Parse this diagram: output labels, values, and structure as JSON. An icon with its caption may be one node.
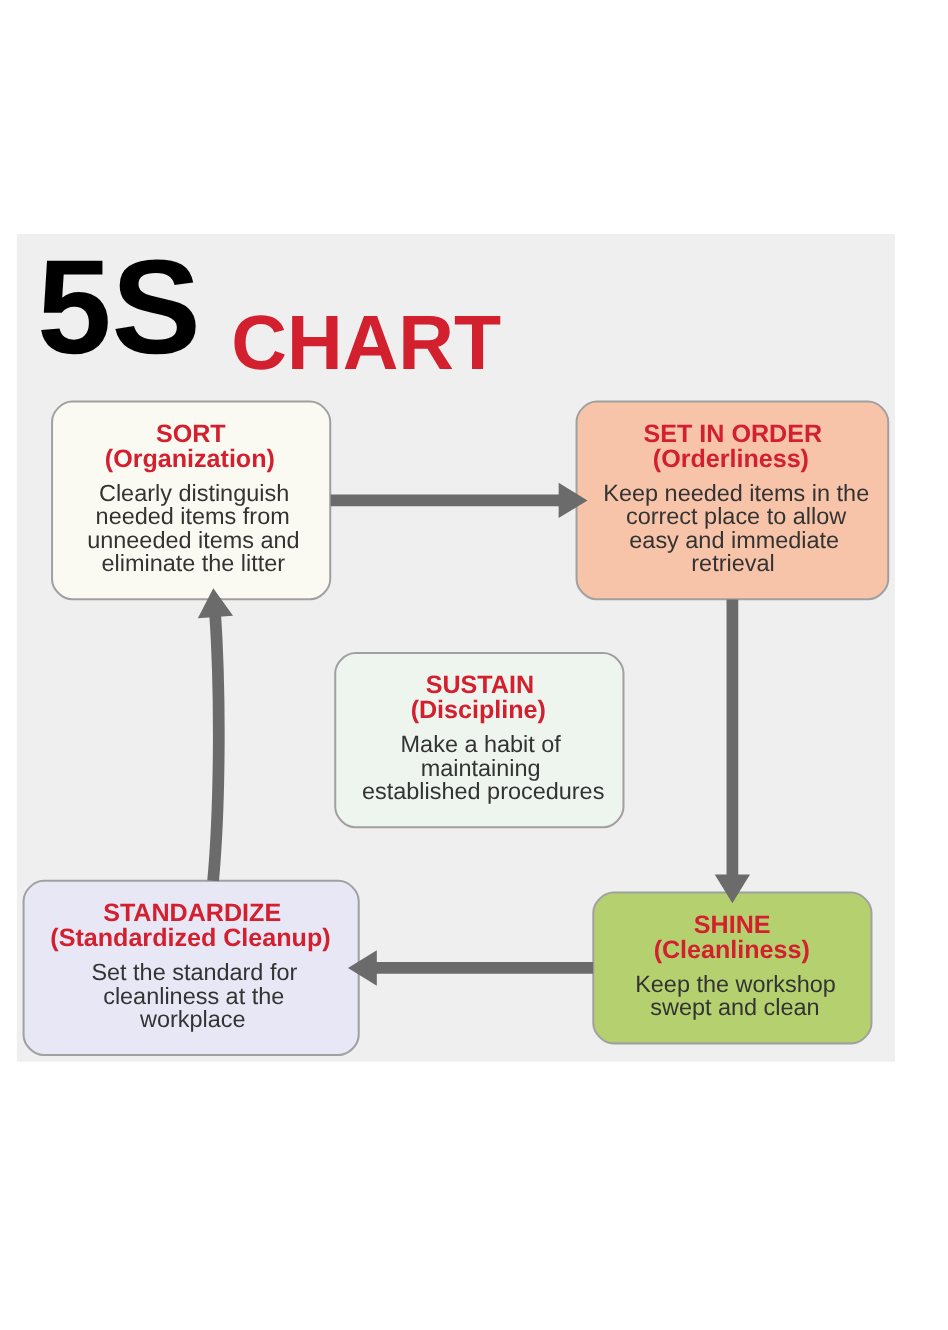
{
  "diagram": {
    "title": "5S CHART",
    "nodes": [
      {
        "text": [
          "SORT",
          "(Organization)",
          "Clearly distinguish needed items from unneeded items and eliminate the litter"
        ]
      },
      {
        "text": [
          "SET IN ORDER",
          "(Orderliness)",
          "Keep needed items in the correct place to allow easy and immediate retrieval"
        ]
      },
      {
        "text": [
          "SUSTAIN",
          "(Discipline)",
          "Make a habit of maintaining established procedures"
        ]
      },
      {
        "text": [
          "STANDARDIZE",
          "(Standardized Cleanup)",
          "Set the standard for cleanliness at the workplace"
        ]
      },
      {
        "text": [
          "SHINE",
          "(Cleanliness)",
          "Keep the workshop swept and clean"
        ]
      }
    ],
    "edges": [
      {
        "from": 0,
        "to": 1,
        "arrow": "to"
      },
      {
        "from": 1,
        "to": 4,
        "arrow": "to"
      },
      {
        "from": 4,
        "to": 3,
        "arrow": "to"
      },
      {
        "from": 3,
        "to": 0,
        "arrow": "to"
      }
    ]
  }
}
